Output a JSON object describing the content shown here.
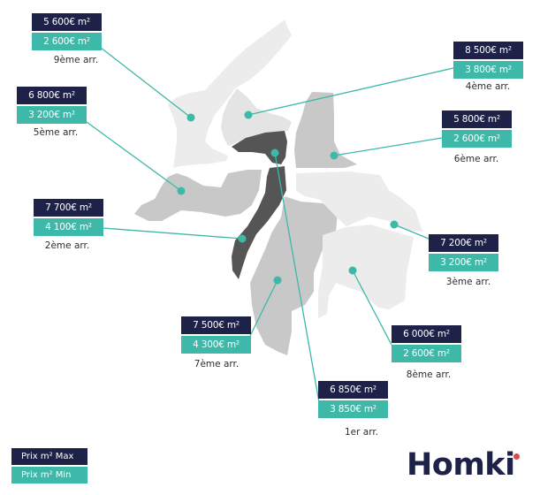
{
  "brand": {
    "name": "Homki",
    "dot_color": "#e2474b"
  },
  "colors": {
    "max_bg": "#1e2148",
    "min_bg": "#3eb8a8",
    "line": "#3eb8a8"
  },
  "legend": {
    "max_label": "Prix m² Max",
    "min_label": "Prix m² Min"
  },
  "districts": [
    {
      "id": "9",
      "label": "9ème arr.",
      "max": "5 600€ m²",
      "min": "2 600€ m²",
      "shade": "#ececec"
    },
    {
      "id": "5",
      "label": "5ème arr.",
      "max": "6 800€ m²",
      "min": "3 200€ m²",
      "shade": "#c8c8c8"
    },
    {
      "id": "2",
      "label": "2ème arr.",
      "max": "7 700€ m²",
      "min": "4 100€ m²",
      "shade": "#555555"
    },
    {
      "id": "7",
      "label": "7ème arr.",
      "max": "7 500€ m²",
      "min": "4 300€ m²",
      "shade": "#c8c8c8"
    },
    {
      "id": "1",
      "label": "1er arr.",
      "max": "6 850€ m²",
      "min": "3 850€ m²",
      "shade": "#555555"
    },
    {
      "id": "8",
      "label": "8ème arr.",
      "max": "6 000€ m²",
      "min": "2 600€ m²",
      "shade": "#ececec"
    },
    {
      "id": "3",
      "label": "3ème arr.",
      "max": "7 200€ m²",
      "min": "3 200€ m²",
      "shade": "#ececec"
    },
    {
      "id": "6",
      "label": "6ème arr.",
      "max": "5 800€ m²",
      "min": "2 600€ m²",
      "shade": "#c8c8c8"
    },
    {
      "id": "4",
      "label": "4ème arr.",
      "max": "8 500€ m²",
      "min": "3 800€ m²",
      "shade": "#e4e4e4"
    }
  ]
}
